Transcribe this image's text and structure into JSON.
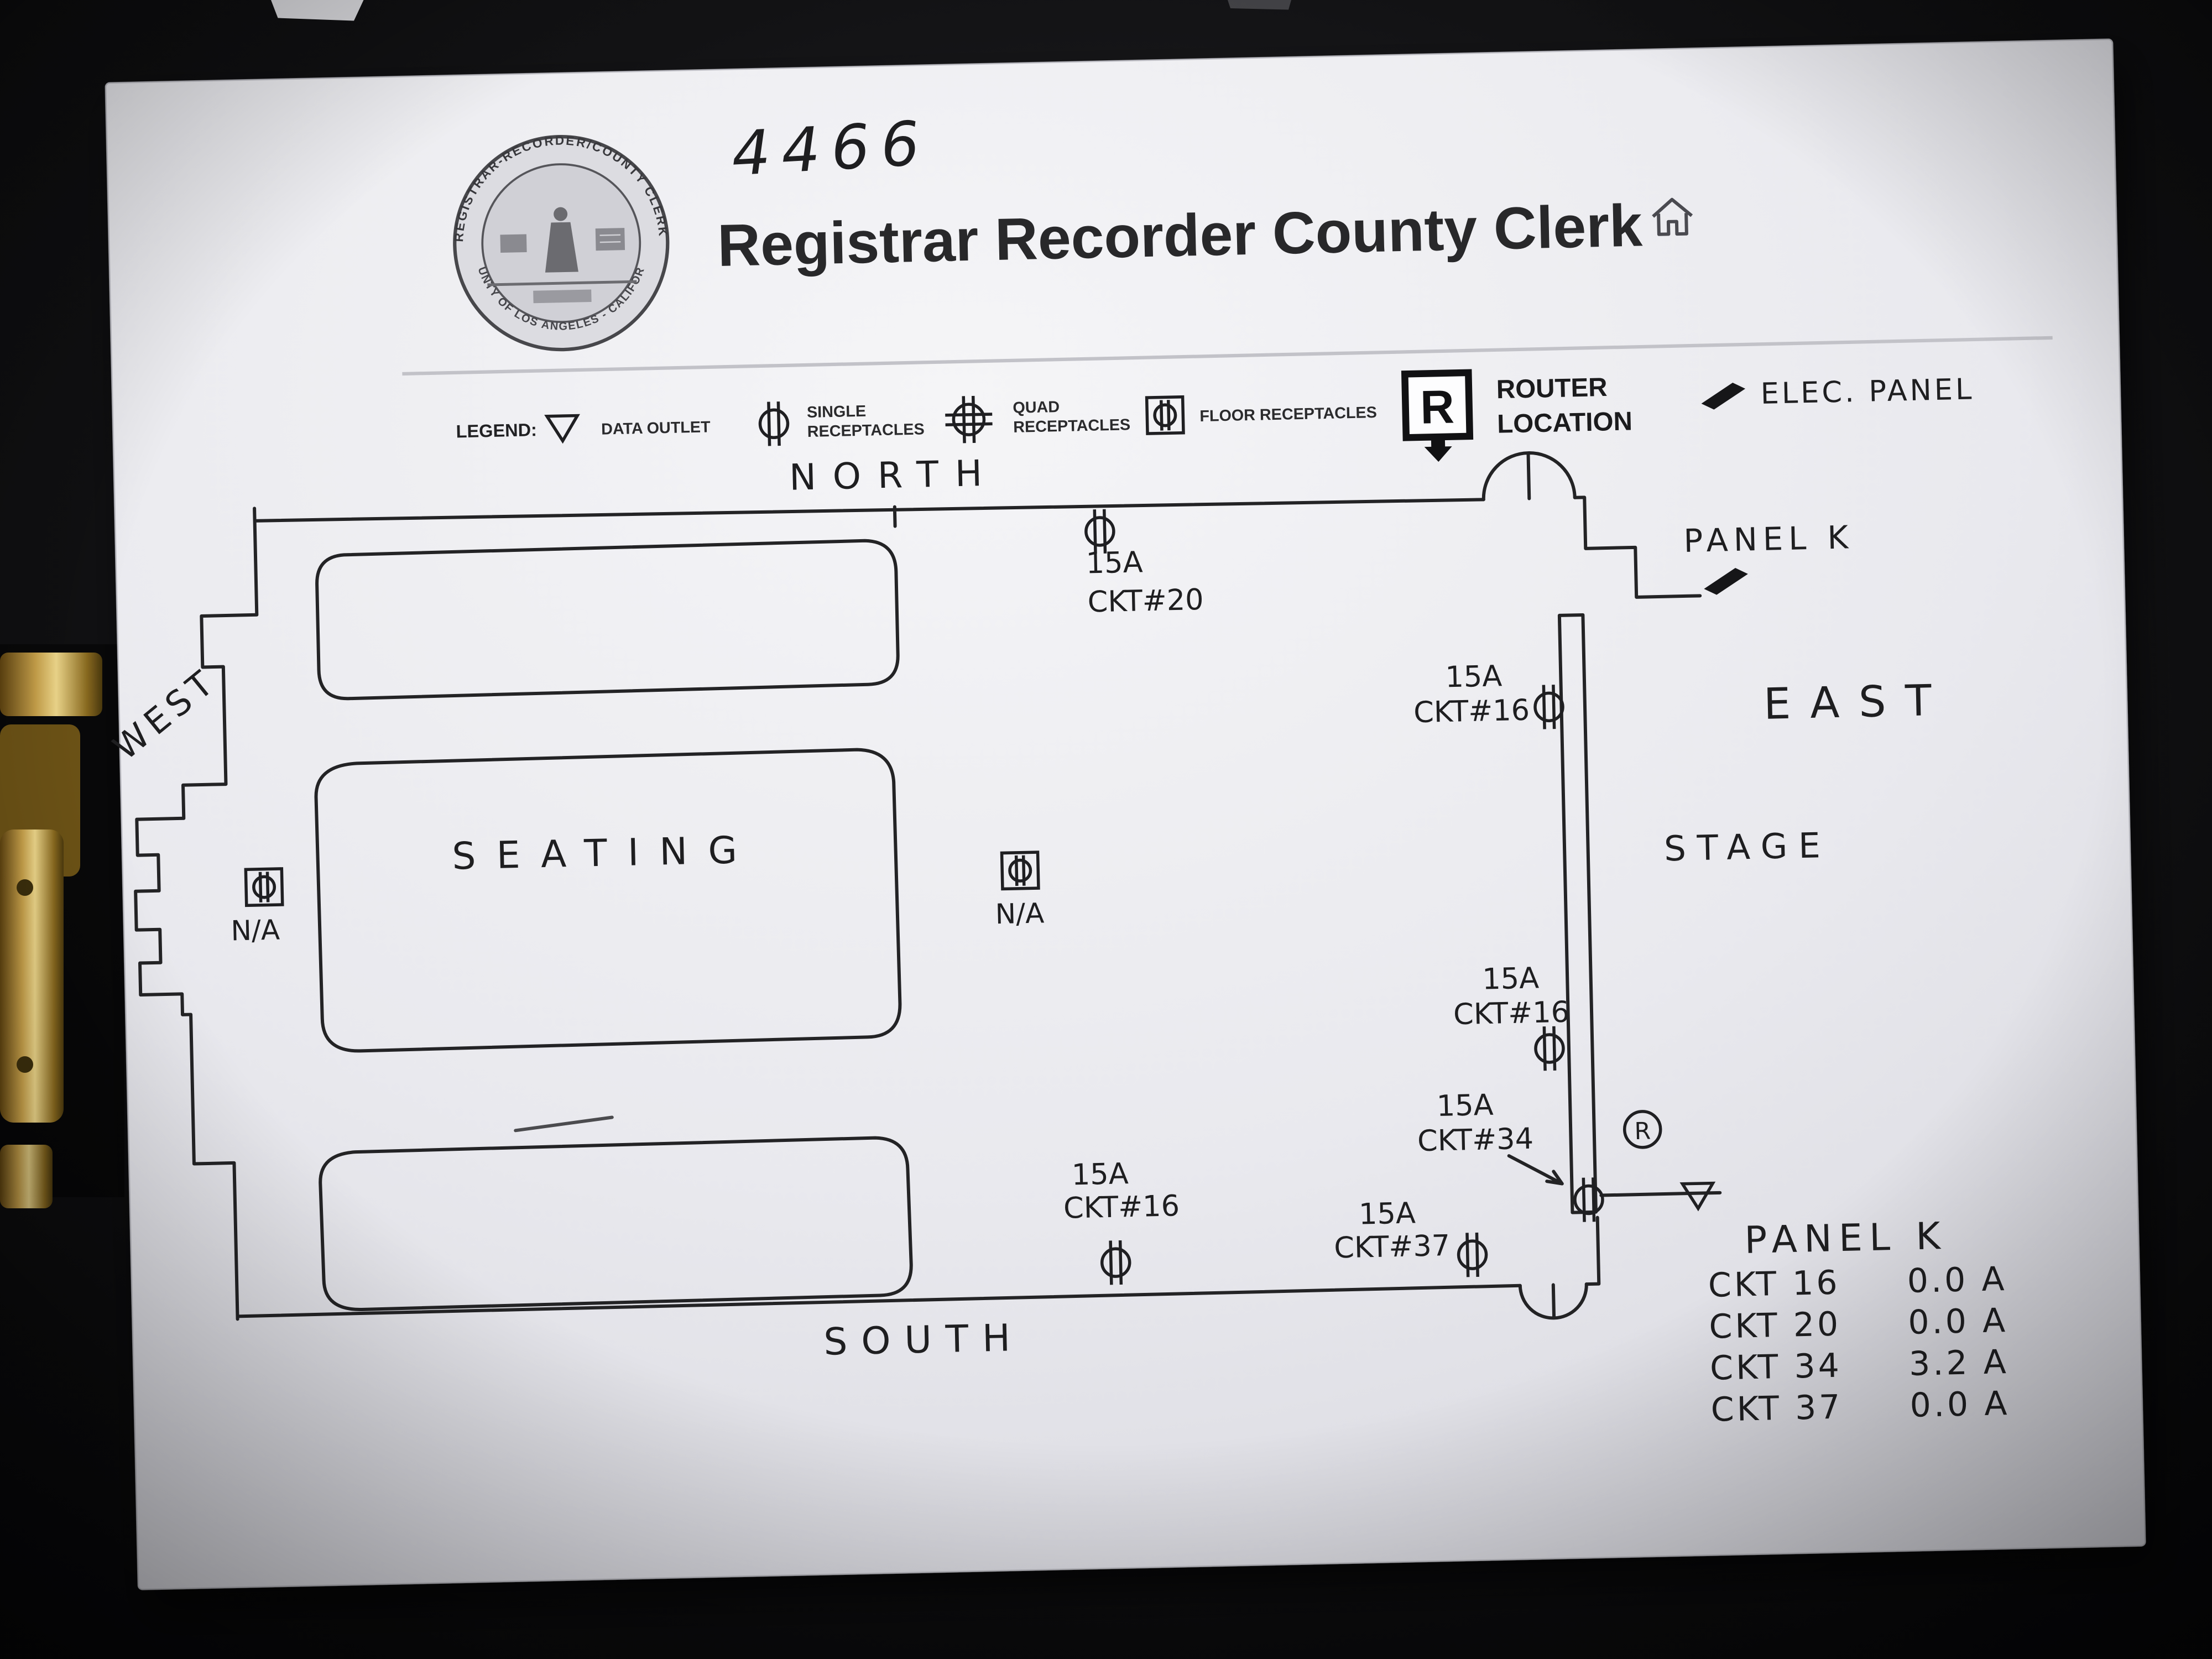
{
  "colors": {
    "ink": "#1e1e20",
    "paper": "#ececf1",
    "clipboard": "#0b0b0d",
    "clip_brass": "#c9a24b"
  },
  "page": {
    "handwritten_number": "4466",
    "title": "Registrar Recorder County Clerk",
    "seal": {
      "top_text": "REGISTRAR-RECORDER/COUNTY CLERK",
      "bottom_text": "COUNTY OF LOS ANGELES - CALIFORNIA"
    }
  },
  "legend": {
    "label": "LEGEND:",
    "items": [
      {
        "name": "data-outlet",
        "lines": [
          "DATA OUTLET"
        ]
      },
      {
        "name": "single-receptacles",
        "lines": [
          "SINGLE",
          "RECEPTACLES"
        ]
      },
      {
        "name": "quad-receptacles",
        "lines": [
          "QUAD",
          "RECEPTACLES"
        ]
      },
      {
        "name": "floor-receptacles",
        "lines": [
          "FLOOR RECEPTACLES"
        ]
      },
      {
        "name": "router-location",
        "letter": "R",
        "lines": [
          "ROUTER",
          "LOCATION"
        ]
      },
      {
        "name": "elec-panel",
        "lines": [
          "ELEC. PANEL"
        ]
      }
    ]
  },
  "plan": {
    "directions": {
      "north": "NORTH",
      "south": "SOUTH",
      "east": "EAST",
      "west": "WEST"
    },
    "areas": {
      "seating": "SEATING",
      "stage": "STAGE"
    },
    "panel_label": "PANEL K",
    "na_labels": [
      "N/A",
      "N/A"
    ],
    "router_letter": "R",
    "circuits": [
      {
        "amps": "15A",
        "ckt": "CKT#20"
      },
      {
        "amps": "15A",
        "ckt": "CKT#16"
      },
      {
        "amps": "15A",
        "ckt": "CKT#16"
      },
      {
        "amps": "15A",
        "ckt": "CKT#34"
      },
      {
        "amps": "15A",
        "ckt": "CKT#37"
      },
      {
        "amps": "15A",
        "ckt": "CKT#16"
      }
    ],
    "readings": {
      "title": "PANEL K",
      "rows": [
        {
          "ckt": "CKT 16",
          "amps": "0.0 A"
        },
        {
          "ckt": "CKT 20",
          "amps": "0.0 A"
        },
        {
          "ckt": "CKT 34",
          "amps": "3.2 A"
        },
        {
          "ckt": "CKT 37",
          "amps": "0.0 A"
        }
      ]
    }
  }
}
